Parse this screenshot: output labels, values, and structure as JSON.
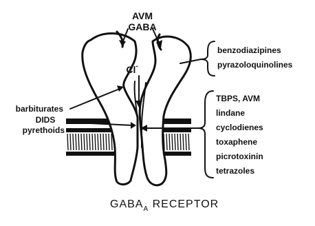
{
  "labels": {
    "agonist_top_1": "AVM",
    "agonist_top_2": "GABA",
    "ion": "Cl",
    "ion_charge": "-",
    "right_upper": [
      "benzodiazipines",
      "pyrazoloquinolines"
    ],
    "left_middle": [
      "barbiturates",
      "DIDS",
      "pyrethoids"
    ],
    "right_lower": [
      "TBPS, AVM",
      "lindane",
      "cyclodienes",
      "toxaphene",
      "picrotoxinin",
      "tetrazoles"
    ],
    "title_main": "GABA",
    "title_sub": "A",
    "title_rest": " RECEPTOR"
  }
}
